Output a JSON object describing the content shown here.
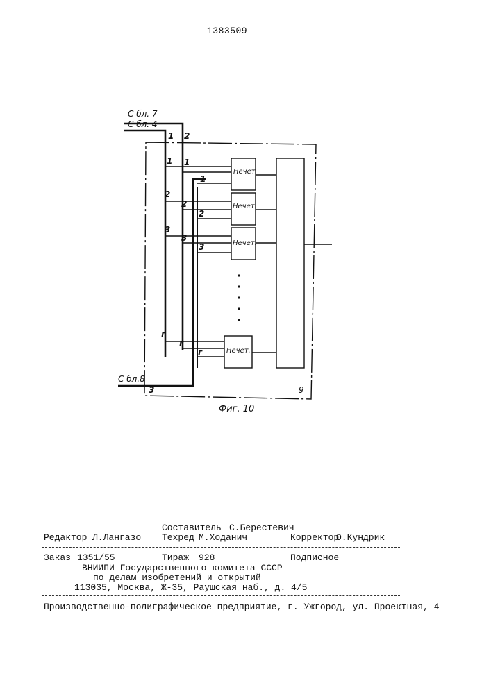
{
  "header": {
    "patent_number": "1383509"
  },
  "figure": {
    "inputs": {
      "from_block_7": "С бл. 7",
      "from_block_4": "С бл. 4",
      "from_block_8": "С бл.8"
    },
    "block_label": "Нечет.",
    "block_label_first": "Нечет",
    "block_number": "9",
    "caption": "Фиг. 10",
    "line_numbers": {
      "one": "1",
      "two": "2",
      "three": "3",
      "r": "г"
    }
  },
  "colophon": {
    "compiler_label": "Составитель",
    "compiler_name": "С.Берестевич",
    "editor_label": "Редактор",
    "editor_name": "Л.Лангазо",
    "techred_label": "Техред",
    "techred_name": "М.Ходанич",
    "corrector_label": "Корректор",
    "corrector_name": "О.Кундрик",
    "order_label": "Заказ",
    "order_value": "1351/55",
    "circulation_label": "Тираж",
    "circulation_value": "928",
    "subscription": "Подписное",
    "org_line1": "ВНИИПИ Государственного комитета СССР",
    "org_line2": "по делам изобретений и открытий",
    "org_address": "113035, Москва, Ж-35, Раушская наб., д. 4/5",
    "printer": "Производственно-полиграфическое предприятие, г. Ужгород, ул. Проектная, 4"
  }
}
